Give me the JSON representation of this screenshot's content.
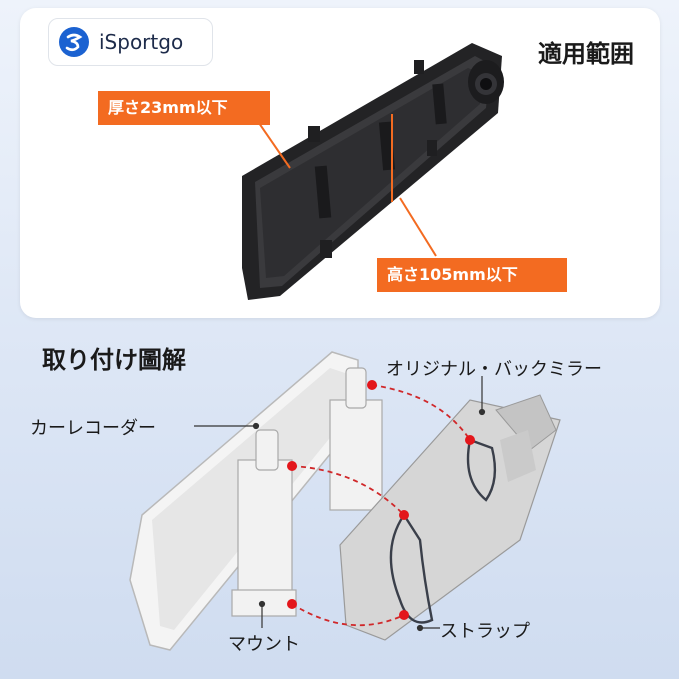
{
  "brand": {
    "name": "iSportgo",
    "logo_icon": "isportgo-logo-icon",
    "accent": "#f36b21"
  },
  "top_panel": {
    "title": "適用範囲",
    "thickness_label": "厚さ23mm以下",
    "height_label": "高さ105mm以下"
  },
  "install_panel": {
    "title": "取り付け圖解",
    "labels": {
      "original_mirror": "オリジナル・バックミラー",
      "dash_cam": "カーレコーダー",
      "mount": "マウント",
      "strap": "ストラップ"
    }
  },
  "colors": {
    "callout": "#f36b21",
    "dots": "#e3161b",
    "dashed_line": "#d0282a",
    "mirror_body": "#2b2b2d"
  }
}
